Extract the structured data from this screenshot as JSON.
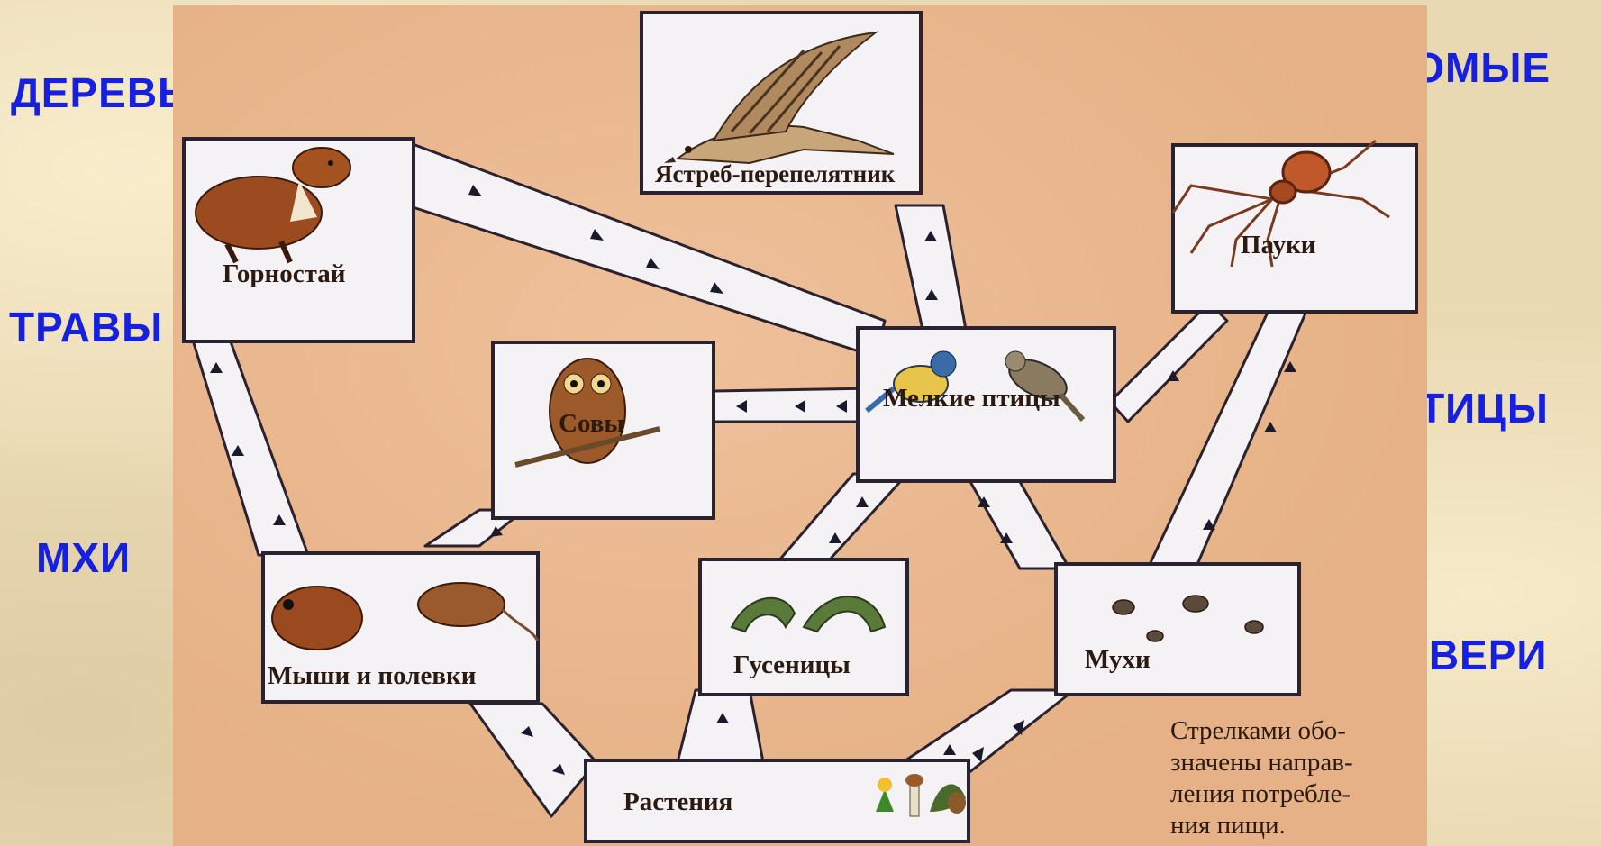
{
  "side_labels": {
    "trees": "ДЕРЕВЬЯ",
    "grasses": "ТРАВЫ",
    "mosses": "МХИ",
    "insects": "НАСЕКОМЫЕ",
    "birds": "ПТИЦЫ",
    "beasts": "ЗВЕРИ"
  },
  "nodes": {
    "hawk": "Ястреб-перепелятник",
    "stoat": "Горностай",
    "spiders": "Пауки",
    "owls": "Совы",
    "small_birds": "Мелкие птицы",
    "mice": "Мыши и полевки",
    "caterpillars": "Гусеницы",
    "flies": "Мухи",
    "plants": "Растения"
  },
  "legend": "Стрелками обо-\nзначены направ-\nления потребле-\nния пищи.",
  "colors": {
    "side_label": "#1620e0",
    "plate": "#e9b78e",
    "box": "#f4f2f4",
    "arrow": "#1a1a2a"
  },
  "icons": [
    "hawk-image",
    "stoat-image",
    "spider-image",
    "owl-image",
    "tit-image",
    "flycatcher-image",
    "mouse-image",
    "vole-image",
    "caterpillar-image",
    "fly-image",
    "flower-image",
    "mushroom-image",
    "oak-leaf-image",
    "acorn-image",
    "arrow-icon"
  ]
}
